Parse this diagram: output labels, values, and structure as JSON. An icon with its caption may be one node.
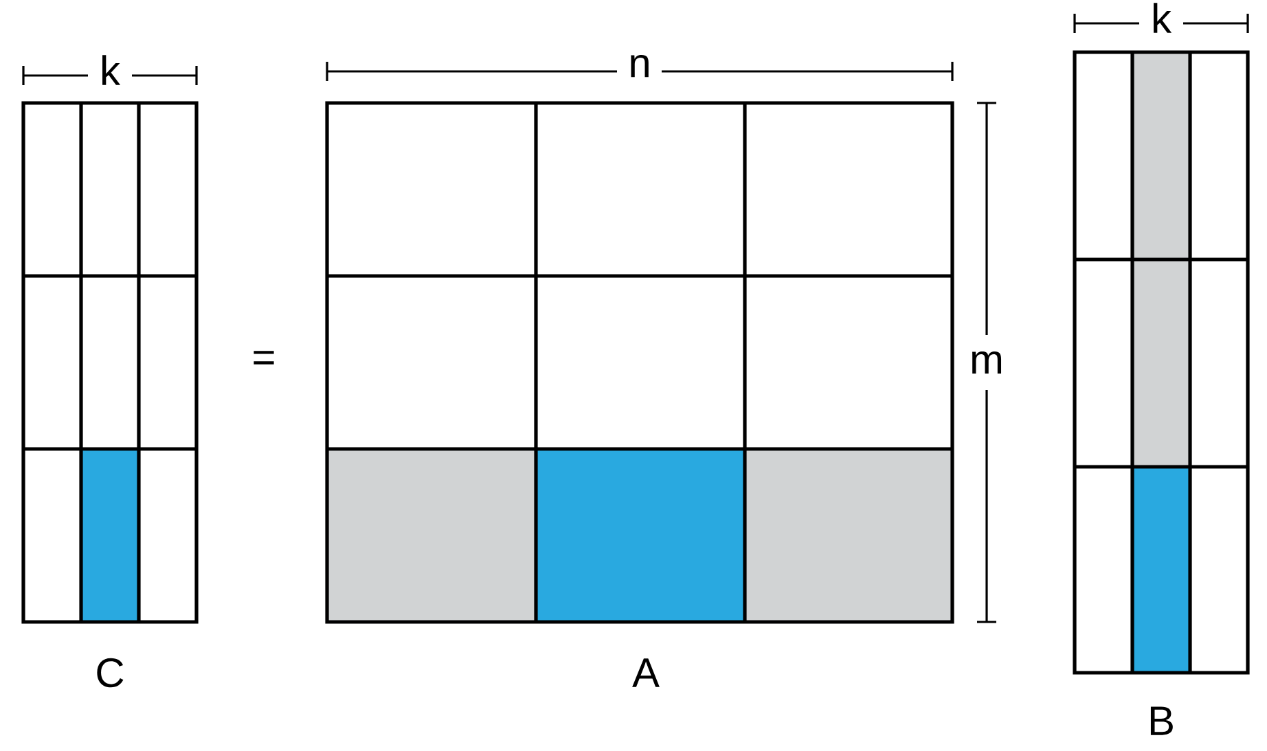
{
  "diagram": {
    "nodes": [
      {
        "text": [],
        "shape": "box",
        "beside": [
          "C"
        ]
      },
      {
        "text": [],
        "shape": "box",
        "beside": [
          "A"
        ]
      },
      {
        "text": [],
        "shape": "box",
        "beside": [
          "B"
        ]
      }
    ],
    "labels": [
      "k",
      "n",
      "k",
      "=",
      "m"
    ]
  }
}
